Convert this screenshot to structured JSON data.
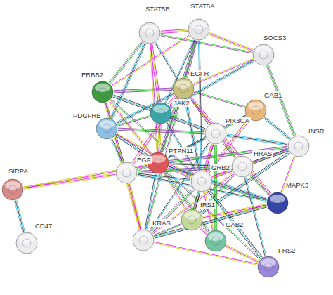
{
  "diagram": {
    "nodes": [
      {
        "text": [
          "STAT5B"
        ]
      },
      {
        "text": [
          "STAT5A"
        ]
      },
      {
        "text": [
          "SOCS3"
        ]
      },
      {
        "text": [
          "ERBB2"
        ]
      },
      {
        "text": [
          "EGFR"
        ]
      },
      {
        "text": [
          "JAK2"
        ]
      },
      {
        "text": [
          "GAB1"
        ]
      },
      {
        "text": [
          "PDGFRB"
        ]
      },
      {
        "text": [
          "PIK3CA"
        ]
      },
      {
        "text": [
          "INSR"
        ]
      },
      {
        "text": [
          "PTPN11"
        ]
      },
      {
        "text": [
          "EGF"
        ]
      },
      {
        "text": [
          "HRAS"
        ]
      },
      {
        "text": [
          "GRB2"
        ]
      },
      {
        "text": [
          "SIRPA"
        ]
      },
      {
        "text": [
          "MAPK3"
        ]
      },
      {
        "text": [
          "IRS1"
        ]
      },
      {
        "text": [
          "CD47"
        ]
      },
      {
        "text": [
          "KRAS"
        ]
      },
      {
        "text": [
          "GAB2"
        ]
      },
      {
        "text": [
          "FRS2"
        ]
      }
    ],
    "edges": [
      {
        "from": 0,
        "to": 1,
        "arrow": "none"
      },
      {
        "from": 0,
        "to": 2,
        "arrow": "none"
      },
      {
        "from": 0,
        "to": 4,
        "arrow": "none"
      },
      {
        "from": 0,
        "to": 5,
        "arrow": "none"
      },
      {
        "from": 0,
        "to": 3,
        "arrow": "none"
      },
      {
        "from": 0,
        "to": 7,
        "arrow": "none"
      },
      {
        "from": 0,
        "to": 10,
        "arrow": "none"
      },
      {
        "from": 1,
        "to": 2,
        "arrow": "none"
      },
      {
        "from": 1,
        "to": 4,
        "arrow": "none"
      },
      {
        "from": 1,
        "to": 5,
        "arrow": "none"
      },
      {
        "from": 1,
        "to": 3,
        "arrow": "none"
      },
      {
        "from": 1,
        "to": 10,
        "arrow": "none"
      },
      {
        "from": 1,
        "to": 13,
        "arrow": "none"
      },
      {
        "from": 2,
        "to": 5,
        "arrow": "none"
      },
      {
        "from": 2,
        "to": 4,
        "arrow": "none"
      },
      {
        "from": 2,
        "to": 9,
        "arrow": "none"
      },
      {
        "from": 3,
        "to": 4,
        "arrow": "none"
      },
      {
        "from": 3,
        "to": 11,
        "arrow": "none"
      },
      {
        "from": 3,
        "to": 10,
        "arrow": "none"
      },
      {
        "from": 3,
        "to": 13,
        "arrow": "none"
      },
      {
        "from": 3,
        "to": 8,
        "arrow": "none"
      },
      {
        "from": 3,
        "to": 18,
        "arrow": "none"
      },
      {
        "from": 4,
        "to": 11,
        "arrow": "none"
      },
      {
        "from": 4,
        "to": 10,
        "arrow": "none"
      },
      {
        "from": 4,
        "to": 13,
        "arrow": "none"
      },
      {
        "from": 4,
        "to": 5,
        "arrow": "none"
      },
      {
        "from": 4,
        "to": 6,
        "arrow": "none"
      },
      {
        "from": 4,
        "to": 8,
        "arrow": "none"
      },
      {
        "from": 4,
        "to": 12,
        "arrow": "none"
      },
      {
        "from": 4,
        "to": 18,
        "arrow": "none"
      },
      {
        "from": 4,
        "to": 7,
        "arrow": "none"
      },
      {
        "from": 4,
        "to": 15,
        "arrow": "none"
      },
      {
        "from": 5,
        "to": 10,
        "arrow": "none"
      },
      {
        "from": 5,
        "to": 7,
        "arrow": "none"
      },
      {
        "from": 5,
        "to": 13,
        "arrow": "none"
      },
      {
        "from": 6,
        "to": 10,
        "arrow": "none"
      },
      {
        "from": 6,
        "to": 13,
        "arrow": "none"
      },
      {
        "from": 6,
        "to": 8,
        "arrow": "none"
      },
      {
        "from": 6,
        "to": 9,
        "arrow": "none"
      },
      {
        "from": 7,
        "to": 10,
        "arrow": "none"
      },
      {
        "from": 7,
        "to": 13,
        "arrow": "none"
      },
      {
        "from": 7,
        "to": 8,
        "arrow": "none"
      },
      {
        "from": 7,
        "to": 11,
        "arrow": "none"
      },
      {
        "from": 8,
        "to": 10,
        "arrow": "none"
      },
      {
        "from": 8,
        "to": 13,
        "arrow": "none"
      },
      {
        "from": 8,
        "to": 12,
        "arrow": "none"
      },
      {
        "from": 8,
        "to": 18,
        "arrow": "none"
      },
      {
        "from": 8,
        "to": 16,
        "arrow": "none"
      },
      {
        "from": 8,
        "to": 19,
        "arrow": "none"
      },
      {
        "from": 8,
        "to": 9,
        "arrow": "none"
      },
      {
        "from": 9,
        "to": 16,
        "arrow": "none"
      },
      {
        "from": 9,
        "to": 13,
        "arrow": "none"
      },
      {
        "from": 9,
        "to": 10,
        "arrow": "none"
      },
      {
        "from": 9,
        "to": 12,
        "arrow": "none"
      },
      {
        "from": 9,
        "to": 15,
        "arrow": "none"
      },
      {
        "from": 10,
        "to": 13,
        "arrow": "none"
      },
      {
        "from": 10,
        "to": 11,
        "arrow": "none"
      },
      {
        "from": 10,
        "to": 12,
        "arrow": "none"
      },
      {
        "from": 10,
        "to": 16,
        "arrow": "none"
      },
      {
        "from": 10,
        "to": 19,
        "arrow": "none"
      },
      {
        "from": 10,
        "to": 18,
        "arrow": "none"
      },
      {
        "from": 10,
        "to": 14,
        "arrow": "none"
      },
      {
        "from": 10,
        "to": 20,
        "arrow": "none"
      },
      {
        "from": 10,
        "to": 15,
        "arrow": "none"
      },
      {
        "from": 11,
        "to": 13,
        "arrow": "none"
      },
      {
        "from": 11,
        "to": 18,
        "arrow": "none"
      },
      {
        "from": 11,
        "to": 12,
        "arrow": "none"
      },
      {
        "from": 11,
        "to": 15,
        "arrow": "none"
      },
      {
        "from": 11,
        "to": 14,
        "arrow": "none"
      },
      {
        "from": 12,
        "to": 13,
        "arrow": "none"
      },
      {
        "from": 12,
        "to": 15,
        "arrow": "none"
      },
      {
        "from": 12,
        "to": 20,
        "arrow": "none"
      },
      {
        "from": 12,
        "to": 18,
        "arrow": "none"
      },
      {
        "from": 12,
        "to": 16,
        "arrow": "none"
      },
      {
        "from": 13,
        "to": 18,
        "arrow": "none"
      },
      {
        "from": 13,
        "to": 16,
        "arrow": "none"
      },
      {
        "from": 13,
        "to": 19,
        "arrow": "none"
      },
      {
        "from": 13,
        "to": 15,
        "arrow": "none"
      },
      {
        "from": 13,
        "to": 20,
        "arrow": "none"
      },
      {
        "from": 14,
        "to": 17,
        "arrow": "none"
      },
      {
        "from": 15,
        "to": 18,
        "arrow": "none"
      },
      {
        "from": 15,
        "to": 16,
        "arrow": "none"
      },
      {
        "from": 16,
        "to": 19,
        "arrow": "none"
      },
      {
        "from": 16,
        "to": 18,
        "arrow": "none"
      },
      {
        "from": 18,
        "to": 20,
        "arrow": "none"
      },
      {
        "from": 19,
        "to": 20,
        "arrow": "none"
      }
    ]
  }
}
